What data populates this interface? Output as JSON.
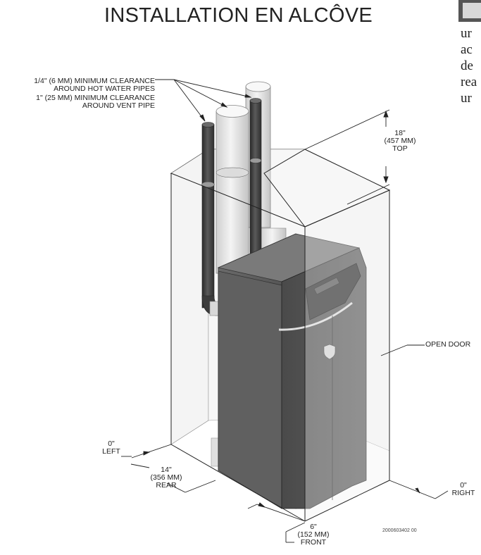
{
  "title": "INSTALLATION EN ALCÔVE",
  "callouts": {
    "pipes_line1": "1/4\" (6 MM) MINIMUM CLEARANCE",
    "pipes_line2": "AROUND HOT WATER PIPES",
    "vent_line1": "1\" (25 MM) MINIMUM CLEARANCE",
    "vent_line2": "AROUND VENT PIPE",
    "open_door": "OPEN DOOR"
  },
  "dimensions": {
    "top": {
      "value": "18\"",
      "metric": "(457 MM)",
      "label": "TOP"
    },
    "left": {
      "value": "0\"",
      "label": "LEFT"
    },
    "rear": {
      "value": "14\"",
      "metric": "(356 MM)",
      "label": "REAR"
    },
    "right": {
      "value": "0\"",
      "label": "RIGHT"
    },
    "front": {
      "value": "6\"",
      "metric": "(152 MM)",
      "label": "FRONT"
    }
  },
  "drawing_number": "2000603402 00",
  "side_text": [
    "ur",
    "ac",
    "de",
    "rea",
    "ur"
  ],
  "colors": {
    "boiler": "#5a5a5a",
    "pipe_dark": "#3c3c3c",
    "pipe_light": "#e6e6e6",
    "alcove_fill": "#f1f1f1",
    "line": "#222222"
  }
}
